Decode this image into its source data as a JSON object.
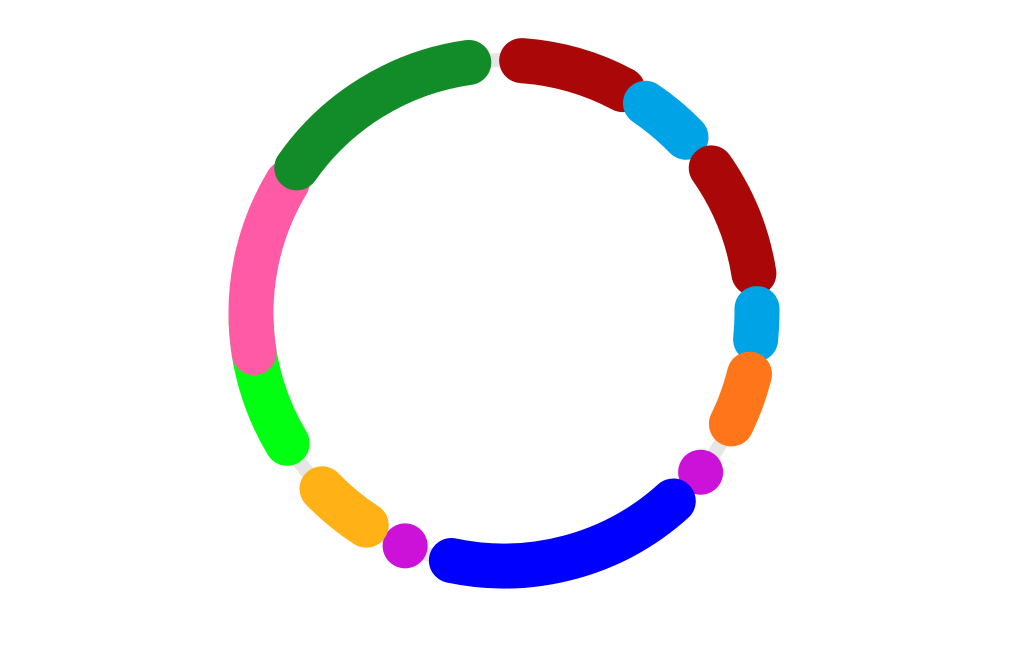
{
  "chart_data": {
    "type": "pie",
    "style": "segmented ring",
    "track_color": "#e6e6e6",
    "start_angle_deg": 90,
    "direction": "clockwise",
    "segments": [
      {
        "start_deg": 86,
        "end_deg": 62,
        "color": "#aa0808"
      },
      {
        "start_deg": 56,
        "end_deg": 44,
        "color": "#00a3e6"
      },
      {
        "start_deg": 35,
        "end_deg": 9,
        "color": "#aa0808"
      },
      {
        "start_deg": 1,
        "end_deg": -6,
        "color": "#00a3e6"
      },
      {
        "start_deg": -14,
        "end_deg": -26,
        "color": "#ff7519"
      },
      {
        "start_deg": -39,
        "end_deg": -39,
        "color": "#cc11d9"
      },
      {
        "start_deg": -48,
        "end_deg": -102,
        "color": "#0000ff"
      },
      {
        "start_deg": -113,
        "end_deg": -113,
        "color": "#cc11d9"
      },
      {
        "start_deg": -123,
        "end_deg": -136,
        "color": "#ffb116"
      },
      {
        "start_deg": -149,
        "end_deg": -179,
        "color": "#00ff10"
      },
      {
        "start_deg": -171,
        "end_deg": -211,
        "color": "#ff5aa5",
        "wrap": true
      },
      {
        "start_deg": 145,
        "end_deg": 98,
        "color": "#128c28"
      }
    ]
  }
}
